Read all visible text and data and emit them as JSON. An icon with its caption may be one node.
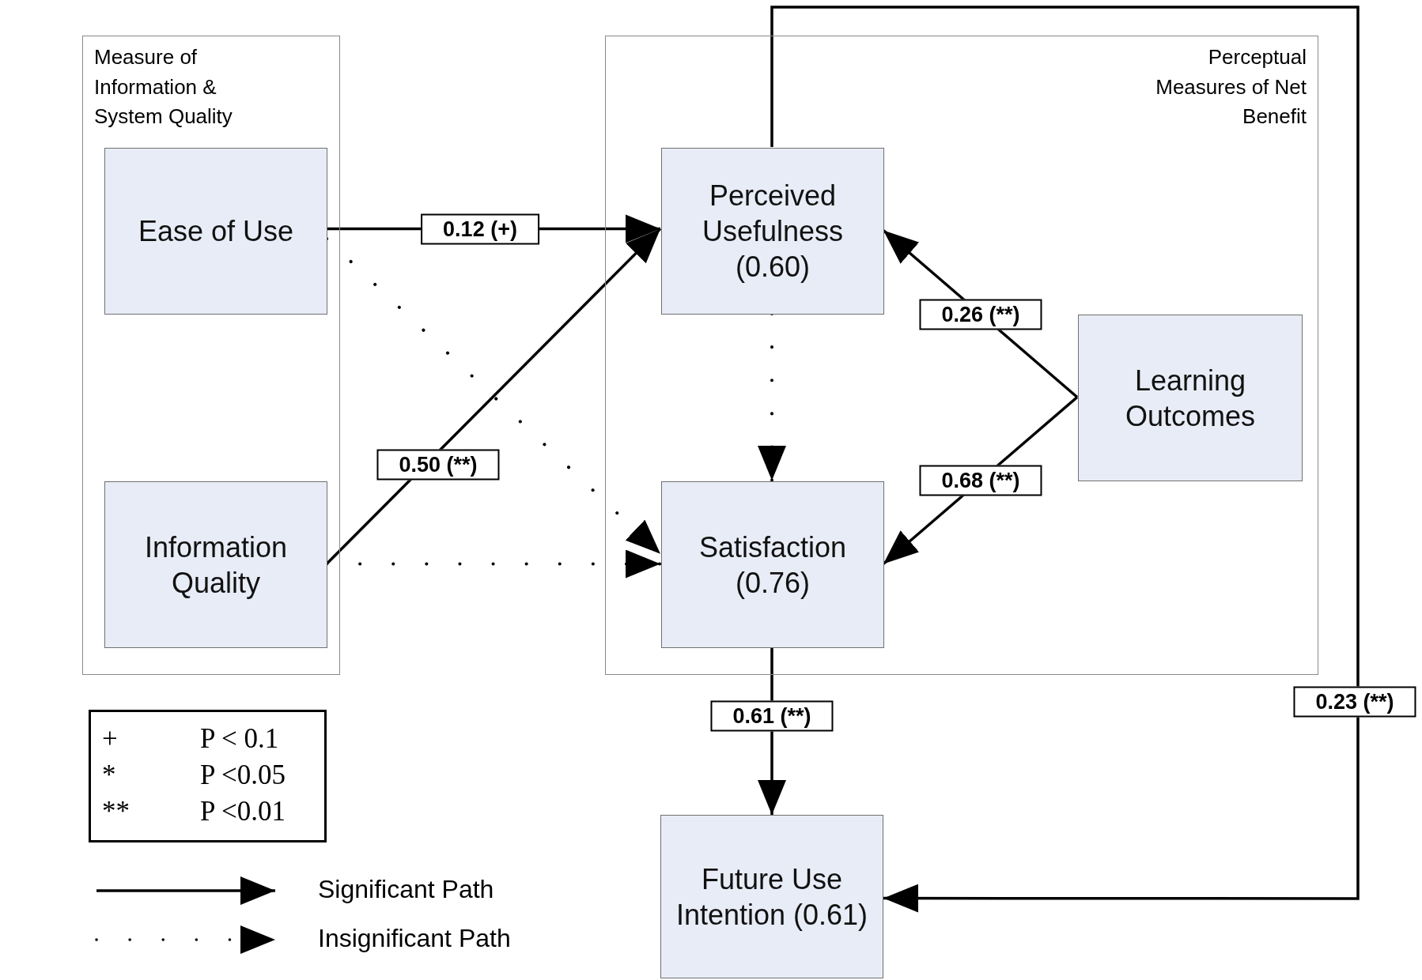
{
  "diagram": {
    "nodes": [
      {
        "text": [
          "Measure of Information & System Quality"
        ]
      },
      {
        "text": [
          "Ease of Use"
        ],
        "in": 0
      },
      {
        "text": [
          "Information Quality"
        ],
        "in": 0
      },
      {
        "text": [
          "Perceptual Measures of Net Benefit"
        ]
      },
      {
        "text": [
          "Perceived Usefulness (0.60)"
        ],
        "in": 3
      },
      {
        "text": [
          "Satisfaction (0.76)"
        ],
        "in": 3
      },
      {
        "text": [
          "Learning Outcomes"
        ],
        "in": 3
      },
      {
        "text": [
          "Future Use Intention (0.61)"
        ]
      }
    ],
    "edges": [
      {
        "from": 1,
        "to": 4,
        "arrow": "to",
        "label": "0.12 (+)"
      },
      {
        "from": 1,
        "to": 5,
        "arrow": "to",
        "style": "dashed"
      },
      {
        "from": 2,
        "to": 4,
        "arrow": "to",
        "label": "0.50 (**)"
      },
      {
        "from": 2,
        "to": 5,
        "arrow": "to",
        "style": "dashed"
      },
      {
        "from": 4,
        "to": 5,
        "arrow": "to",
        "style": "dashed"
      },
      {
        "from": 6,
        "to": 4,
        "arrow": "to",
        "label": "0.26 (**)"
      },
      {
        "from": 6,
        "to": 5,
        "arrow": "to",
        "label": "0.68 (**)"
      },
      {
        "from": 5,
        "to": 7,
        "arrow": "to",
        "label": "0.61 (**)"
      },
      {
        "from": 4,
        "to": 7,
        "arrow": "to",
        "label": "0.23 (**)"
      }
    ],
    "labels": [
      "+",
      "P < 0.1",
      "*",
      "P <0.05",
      "**",
      "P <0.01"
    ],
    "legend": [
      {
        "text": "Significant Path"
      },
      {
        "text": "Insignificant Path"
      }
    ]
  }
}
